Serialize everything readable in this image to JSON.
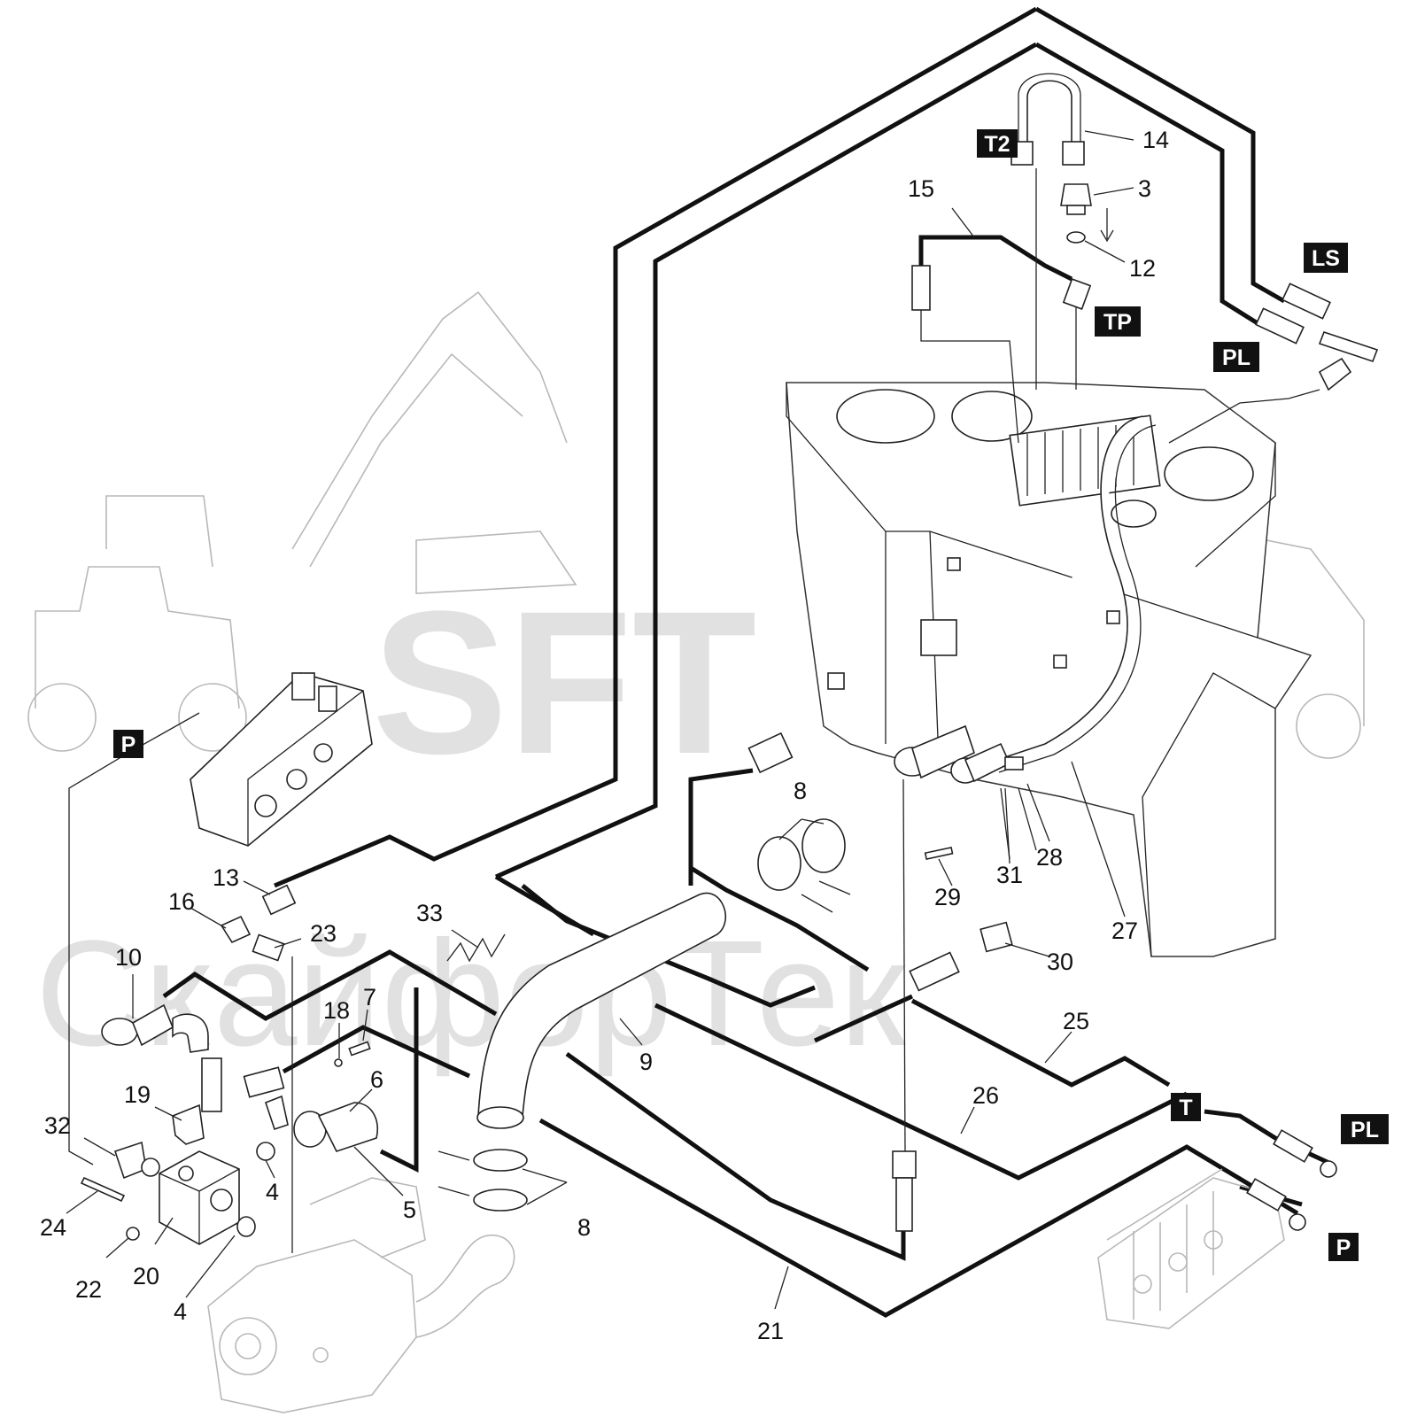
{
  "watermark": {
    "latin": "SFT",
    "cyrillic": "СкайфорТек"
  },
  "tags": [
    {
      "id": "T2",
      "label": "T2"
    },
    {
      "id": "TP",
      "label": "TP"
    },
    {
      "id": "LS",
      "label": "LS"
    },
    {
      "id": "PL-top",
      "label": "PL"
    },
    {
      "id": "P-left",
      "label": "P"
    },
    {
      "id": "T-bottom",
      "label": "T"
    },
    {
      "id": "PL-bottom",
      "label": "PL"
    },
    {
      "id": "P-bottom",
      "label": "P"
    }
  ],
  "callouts": [
    {
      "id": "c14",
      "label": "14"
    },
    {
      "id": "c3",
      "label": "3"
    },
    {
      "id": "c15",
      "label": "15"
    },
    {
      "id": "c12",
      "label": "12"
    },
    {
      "id": "c8a",
      "label": "8"
    },
    {
      "id": "c13",
      "label": "13"
    },
    {
      "id": "c16",
      "label": "16"
    },
    {
      "id": "c23",
      "label": "23"
    },
    {
      "id": "c33",
      "label": "33"
    },
    {
      "id": "c10",
      "label": "10"
    },
    {
      "id": "c18",
      "label": "18"
    },
    {
      "id": "c7",
      "label": "7"
    },
    {
      "id": "c6",
      "label": "6"
    },
    {
      "id": "c19",
      "label": "19"
    },
    {
      "id": "c32",
      "label": "32"
    },
    {
      "id": "c24",
      "label": "24"
    },
    {
      "id": "c4a",
      "label": "4"
    },
    {
      "id": "c5",
      "label": "5"
    },
    {
      "id": "c22",
      "label": "22"
    },
    {
      "id": "c20",
      "label": "20"
    },
    {
      "id": "c4b",
      "label": "4"
    },
    {
      "id": "c8b",
      "label": "8"
    },
    {
      "id": "c9",
      "label": "9"
    },
    {
      "id": "c29",
      "label": "29"
    },
    {
      "id": "c31",
      "label": "31"
    },
    {
      "id": "c28",
      "label": "28"
    },
    {
      "id": "c27",
      "label": "27"
    },
    {
      "id": "c30",
      "label": "30"
    },
    {
      "id": "c25",
      "label": "25"
    },
    {
      "id": "c26",
      "label": "26"
    },
    {
      "id": "c21",
      "label": "21"
    }
  ]
}
